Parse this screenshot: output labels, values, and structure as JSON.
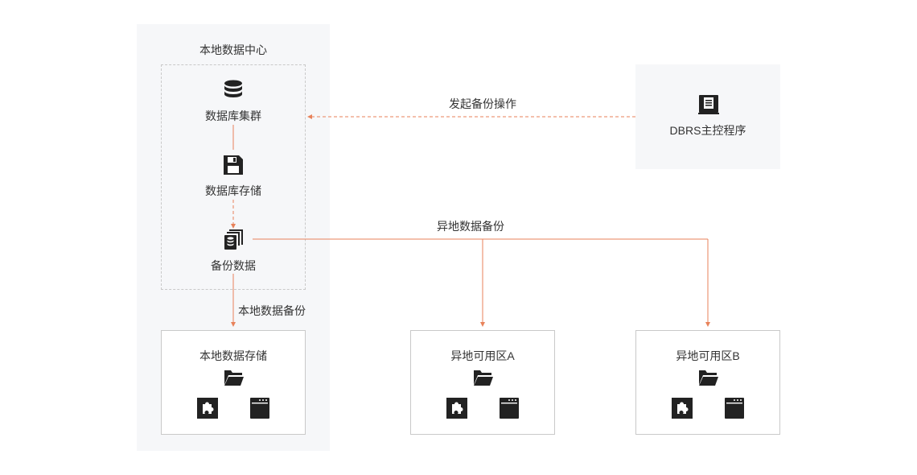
{
  "local_dc": {
    "title": "本地数据中心",
    "db_cluster": "数据库集群",
    "db_storage": "数据库存储",
    "backup_data": "备份数据"
  },
  "controller": {
    "title": "DBRS主控程序"
  },
  "edges": {
    "initiate_backup": "发起备份操作",
    "remote_backup": "异地数据备份",
    "local_backup": "本地数据备份"
  },
  "storage": {
    "local": "本地数据存储",
    "zone_a": "异地可用区A",
    "zone_b": "异地可用区B"
  },
  "icons": {
    "database": "database-icon",
    "floppy": "floppy-disk-icon",
    "backup": "backup-copies-icon",
    "program": "program-book-icon",
    "folder": "folder-open-icon",
    "plugin": "puzzle-icon",
    "window": "browser-window-icon"
  },
  "colors": {
    "accent": "#e8825a",
    "panel": "#f6f7f9",
    "border": "#c9c9c9",
    "icon": "#222222"
  }
}
